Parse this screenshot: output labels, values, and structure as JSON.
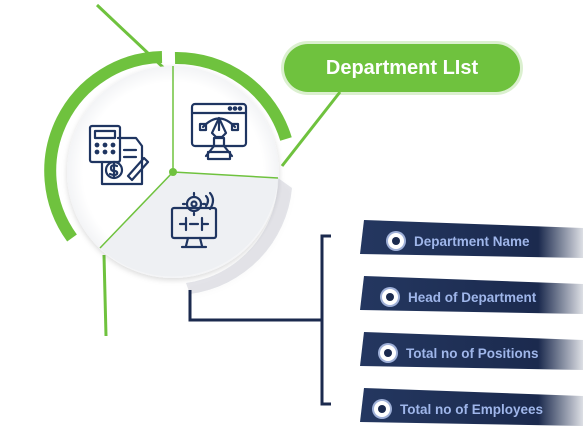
{
  "title": "Department LIst",
  "fields": [
    "Department Name",
    "Head of Department",
    "Total no of Positions",
    "Total no of Employees"
  ],
  "colors": {
    "accent_green": "#6fc23e",
    "field_bar": "#1b2a4e",
    "field_text": "#9fb6ea",
    "icon_stroke": "#1f3561"
  },
  "icons": [
    "calculator-invoice-icon",
    "design-pen-tool-icon",
    "monitor-settings-icon"
  ]
}
